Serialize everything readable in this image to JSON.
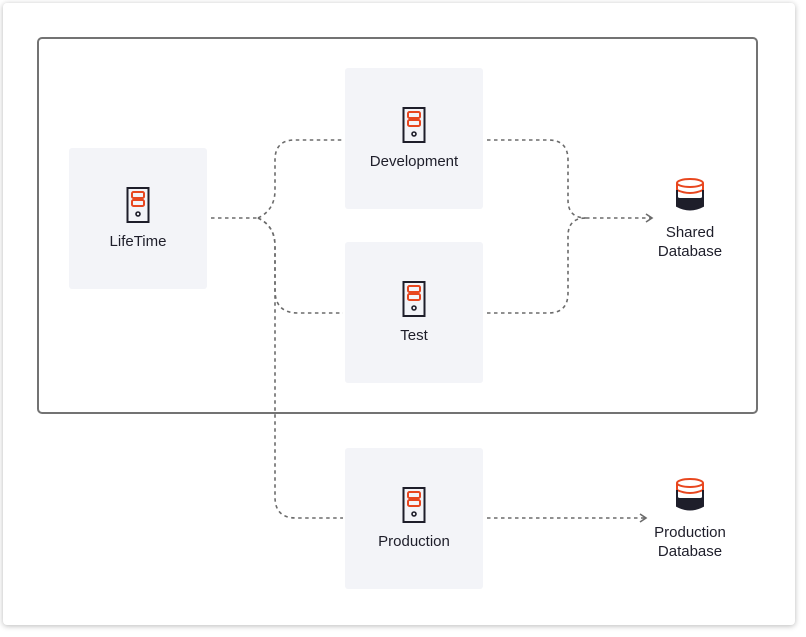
{
  "nodes": {
    "lifetime": "LifeTime",
    "development": "Development",
    "test": "Test",
    "production": "Production"
  },
  "databases": {
    "shared": [
      "Shared",
      "Database"
    ],
    "production": [
      "Production",
      "Database"
    ]
  },
  "colors": {
    "accent": "#e8461e",
    "line": "#6b6b6b",
    "node_bg": "#f3f4f8",
    "icon_stroke": "#1e1e2a"
  },
  "icons": {
    "server": "server-icon",
    "database": "database-icon"
  }
}
